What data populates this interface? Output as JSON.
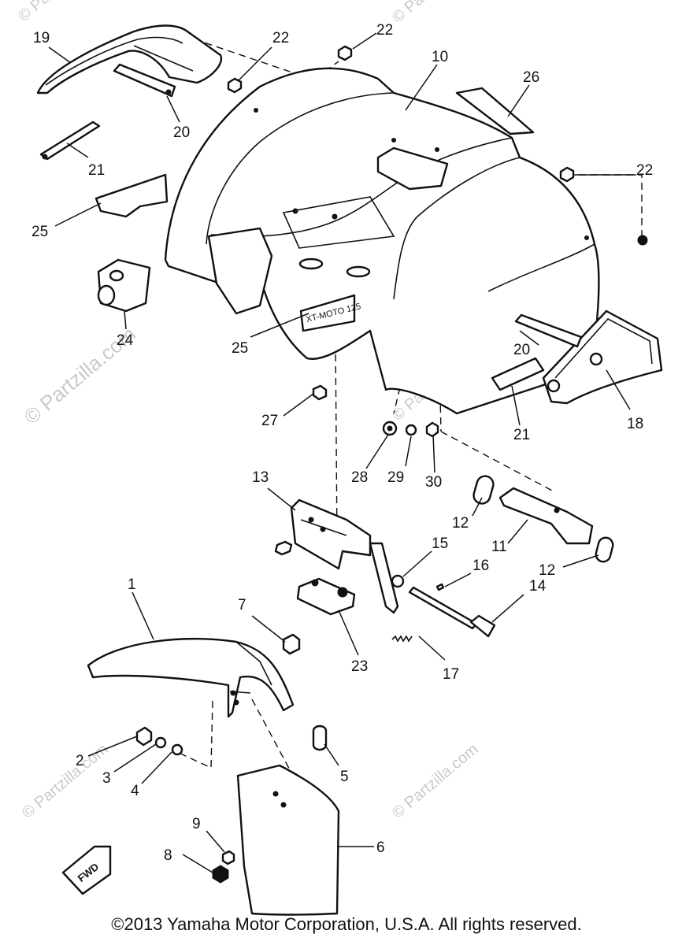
{
  "watermarks": [
    {
      "text": "© Partzilla.com"
    },
    {
      "text": "© Partzilla.com"
    },
    {
      "text": "© Partzilla.com"
    },
    {
      "text": "© Partzilla.com"
    },
    {
      "text": "© Partzilla.com"
    },
    {
      "text": "© Partzilla.com"
    }
  ],
  "fwd_mark": "FWD",
  "decal_text": "XT-MOTO 125",
  "callouts": [
    {
      "id": "c19",
      "label": "19"
    },
    {
      "id": "c22a",
      "label": "22"
    },
    {
      "id": "c22b",
      "label": "22"
    },
    {
      "id": "c10",
      "label": "10"
    },
    {
      "id": "c26",
      "label": "26"
    },
    {
      "id": "c20a",
      "label": "20"
    },
    {
      "id": "c21a",
      "label": "21"
    },
    {
      "id": "c22c",
      "label": "22"
    },
    {
      "id": "c25a",
      "label": "25"
    },
    {
      "id": "c24",
      "label": "24"
    },
    {
      "id": "c25b",
      "label": "25"
    },
    {
      "id": "c20b",
      "label": "20"
    },
    {
      "id": "c18",
      "label": "18"
    },
    {
      "id": "c21b",
      "label": "21"
    },
    {
      "id": "c27",
      "label": "27"
    },
    {
      "id": "c28",
      "label": "28"
    },
    {
      "id": "c29",
      "label": "29"
    },
    {
      "id": "c30",
      "label": "30"
    },
    {
      "id": "c13",
      "label": "13"
    },
    {
      "id": "c12a",
      "label": "12"
    },
    {
      "id": "c11",
      "label": "11"
    },
    {
      "id": "c15",
      "label": "15"
    },
    {
      "id": "c16",
      "label": "16"
    },
    {
      "id": "c12b",
      "label": "12"
    },
    {
      "id": "c14",
      "label": "14"
    },
    {
      "id": "c1",
      "label": "1"
    },
    {
      "id": "c7",
      "label": "7"
    },
    {
      "id": "c23",
      "label": "23"
    },
    {
      "id": "c17",
      "label": "17"
    },
    {
      "id": "c2",
      "label": "2"
    },
    {
      "id": "c3",
      "label": "3"
    },
    {
      "id": "c4",
      "label": "4"
    },
    {
      "id": "c5",
      "label": "5"
    },
    {
      "id": "c9",
      "label": "9"
    },
    {
      "id": "c6",
      "label": "6"
    },
    {
      "id": "c8",
      "label": "8"
    }
  ],
  "copyright": "©2013  Yamaha Motor Corporation, U.S.A. All rights reserved."
}
